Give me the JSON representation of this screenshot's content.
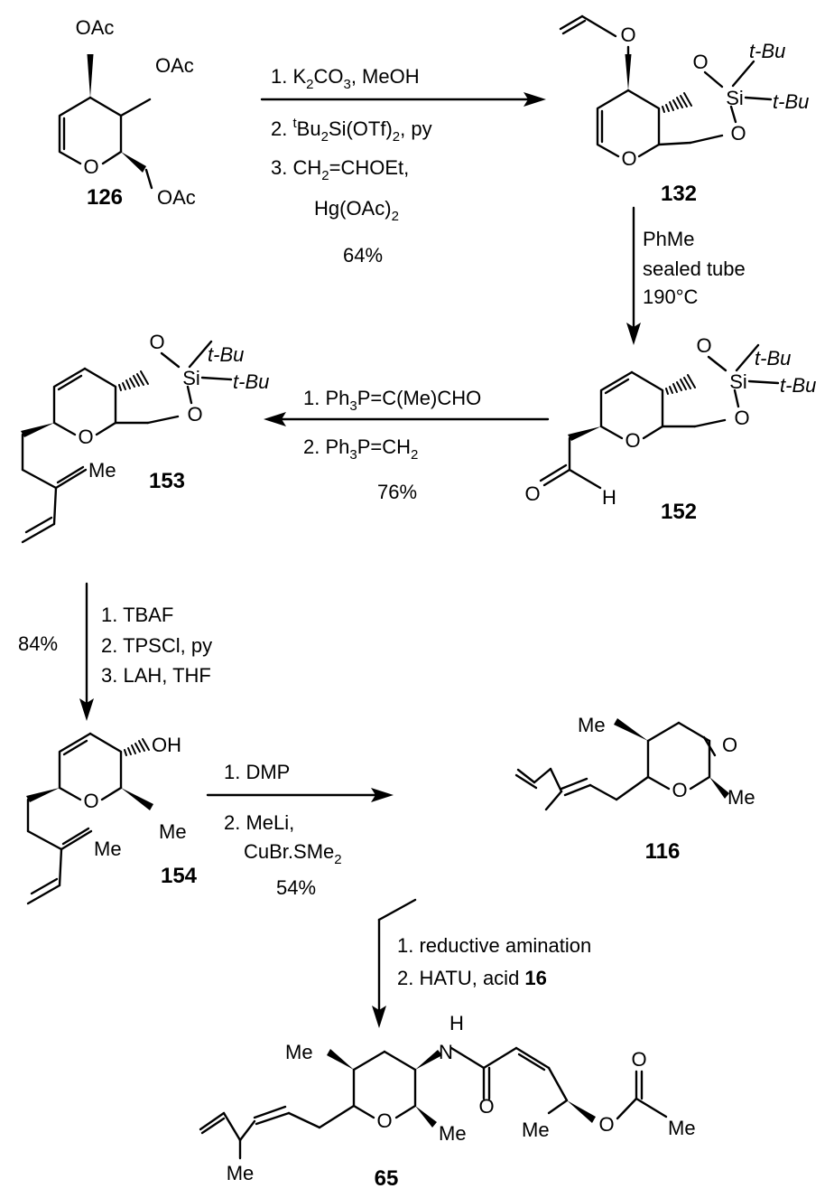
{
  "compounds": {
    "c126": {
      "id": "126",
      "labels": {
        "oac1": "OAc",
        "oac2": "OAc",
        "oac3": "OAc",
        "o_ring": "O"
      }
    },
    "c132": {
      "id": "132",
      "labels": {
        "o_vinyl": "O",
        "o_si1": "O",
        "o_si2": "O",
        "o_ring": "O",
        "si": "Si",
        "tbu1": "t-Bu",
        "tbu2": "t-Bu"
      }
    },
    "c152": {
      "id": "152",
      "labels": {
        "o_si1": "O",
        "o_si2": "O",
        "o_ring": "O",
        "si": "Si",
        "tbu1": "t-Bu",
        "tbu2": "t-Bu",
        "o_ald": "O",
        "h_ald": "H"
      }
    },
    "c153": {
      "id": "153",
      "labels": {
        "o_si1": "O",
        "o_si2": "O",
        "o_ring": "O",
        "si": "Si",
        "tbu1": "t-Bu",
        "tbu2": "t-Bu",
        "me": "Me"
      }
    },
    "c154": {
      "id": "154",
      "labels": {
        "oh": "OH",
        "o_ring": "O",
        "me1": "Me",
        "me2": "Me"
      }
    },
    "c116": {
      "id": "116",
      "labels": {
        "me1": "Me",
        "o_ketone": "O",
        "o_ring": "O",
        "me2": "Me"
      }
    },
    "c65": {
      "id": "65",
      "labels": {
        "me1": "Me",
        "nh_h": "H",
        "nh_n": "N",
        "o_amide": "O",
        "o_ring": "O",
        "me2": "Me",
        "me3": "Me",
        "o_est1": "O",
        "o_est2": "O",
        "me4": "Me",
        "me5": "Me"
      }
    }
  },
  "steps": {
    "s1": {
      "line1_pre": "1. K",
      "line1_sub": "2",
      "line1_mid": "CO",
      "line1_sub2": "3",
      "line1_post": ", MeOH",
      "line2_pre": "2. ",
      "line2_sup": "t",
      "line2_mid": "Bu",
      "line2_sub": "2",
      "line2_mid2": "Si(OTf)",
      "line2_sub2": "2",
      "line2_post": ", py",
      "line3_pre": "3. CH",
      "line3_sub": "2",
      "line3_post": "=CHOEt,",
      "line4_pre": "Hg(OAc)",
      "line4_sub": "2",
      "yield": "64%"
    },
    "s2": {
      "line1": "PhMe",
      "line2": "sealed tube",
      "line3": "190°C"
    },
    "s3": {
      "line1_pre": "1. Ph",
      "line1_sub": "3",
      "line1_post": "P=C(Me)CHO",
      "line2_pre": "2. Ph",
      "line2_sub": "3",
      "line2_mid": "P=CH",
      "line2_sub2": "2",
      "yield": "76%"
    },
    "s4": {
      "yield": "84%",
      "line1": "1. TBAF",
      "line2": "2. TPSCl, py",
      "line3": "3. LAH, THF"
    },
    "s5": {
      "line1": "1. DMP",
      "line2": "2. MeLi,",
      "line3_pre": "CuBr.SMe",
      "line3_sub": "2",
      "yield": "54%"
    },
    "s6": {
      "line1": "1. reductive amination",
      "line2_pre": "2. HATU, acid ",
      "line2_bold": "16"
    }
  }
}
